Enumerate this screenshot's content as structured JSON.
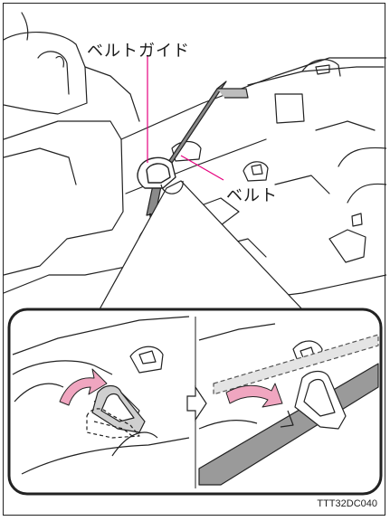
{
  "callouts": {
    "belt_guide": "ベルトガイド",
    "belt": "ベルト"
  },
  "figure_code": "TTT32DC040",
  "colors": {
    "leader": "#e6007e",
    "arrow": "#f0a6c0",
    "belt_fill": "#8a8a8a",
    "belt_dashed": "#cfcfcf",
    "outline": "#222222"
  },
  "icons": {
    "step_arrow": "right-hollow-arrow"
  }
}
